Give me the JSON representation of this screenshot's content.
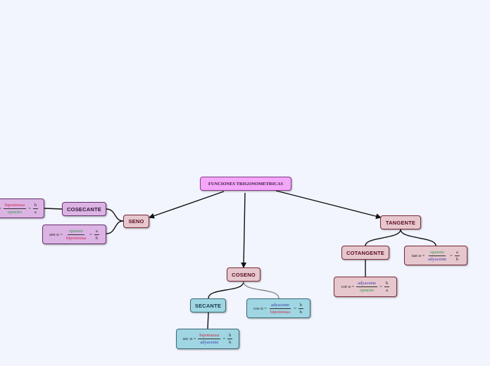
{
  "colors": {
    "background": "#f2f5fd",
    "root": "#f4a6f8",
    "pink_node": "#e6c7cd",
    "purple_node": "#dcb4e4",
    "cyan_node": "#9fd6e2",
    "hipotenusa": "#d0254a",
    "opuesto": "#2a9a4a",
    "adyacente": "#3a40b0"
  },
  "root": {
    "label": "FUNCIONES TRIGONOMETRICAS"
  },
  "seno": {
    "label": "SENO",
    "cosecante": {
      "label": "COSECANTE"
    },
    "csc_formula": {
      "lhs": "",
      "num": "hipotenusa",
      "den": "opuesto",
      "eq": "=",
      "rnum": "h",
      "rden": "a"
    },
    "sin_formula": {
      "lhs": "sen α =",
      "num": "opuesto",
      "den": "hipotenusa",
      "eq": "=",
      "rnum": "a",
      "rden": "h"
    }
  },
  "coseno": {
    "label": "COSENO",
    "secante": {
      "label": "SECANTE"
    },
    "cos_formula": {
      "lhs": "cos α =",
      "num": "adyacente",
      "den": "hipotenusa",
      "eq": "=",
      "rnum": "b",
      "rden": "h"
    },
    "sec_formula": {
      "lhs": "sec α =",
      "num": "hipotenusa",
      "den": "adyacente",
      "eq": "=",
      "rnum": "h",
      "rden": "b"
    }
  },
  "tangente": {
    "label": "TANGENTE",
    "cotangente": {
      "label": "COTANGENTE"
    },
    "tan_formula": {
      "lhs": "tan α =",
      "num": "opuesto",
      "den": "adyacente",
      "eq": "=",
      "rnum": "a",
      "rden": "b"
    },
    "cot_formula": {
      "lhs": "cot α =",
      "num": "adyacente",
      "den": "opuesto",
      "eq": "=",
      "rnum": "b",
      "rden": "a"
    }
  }
}
